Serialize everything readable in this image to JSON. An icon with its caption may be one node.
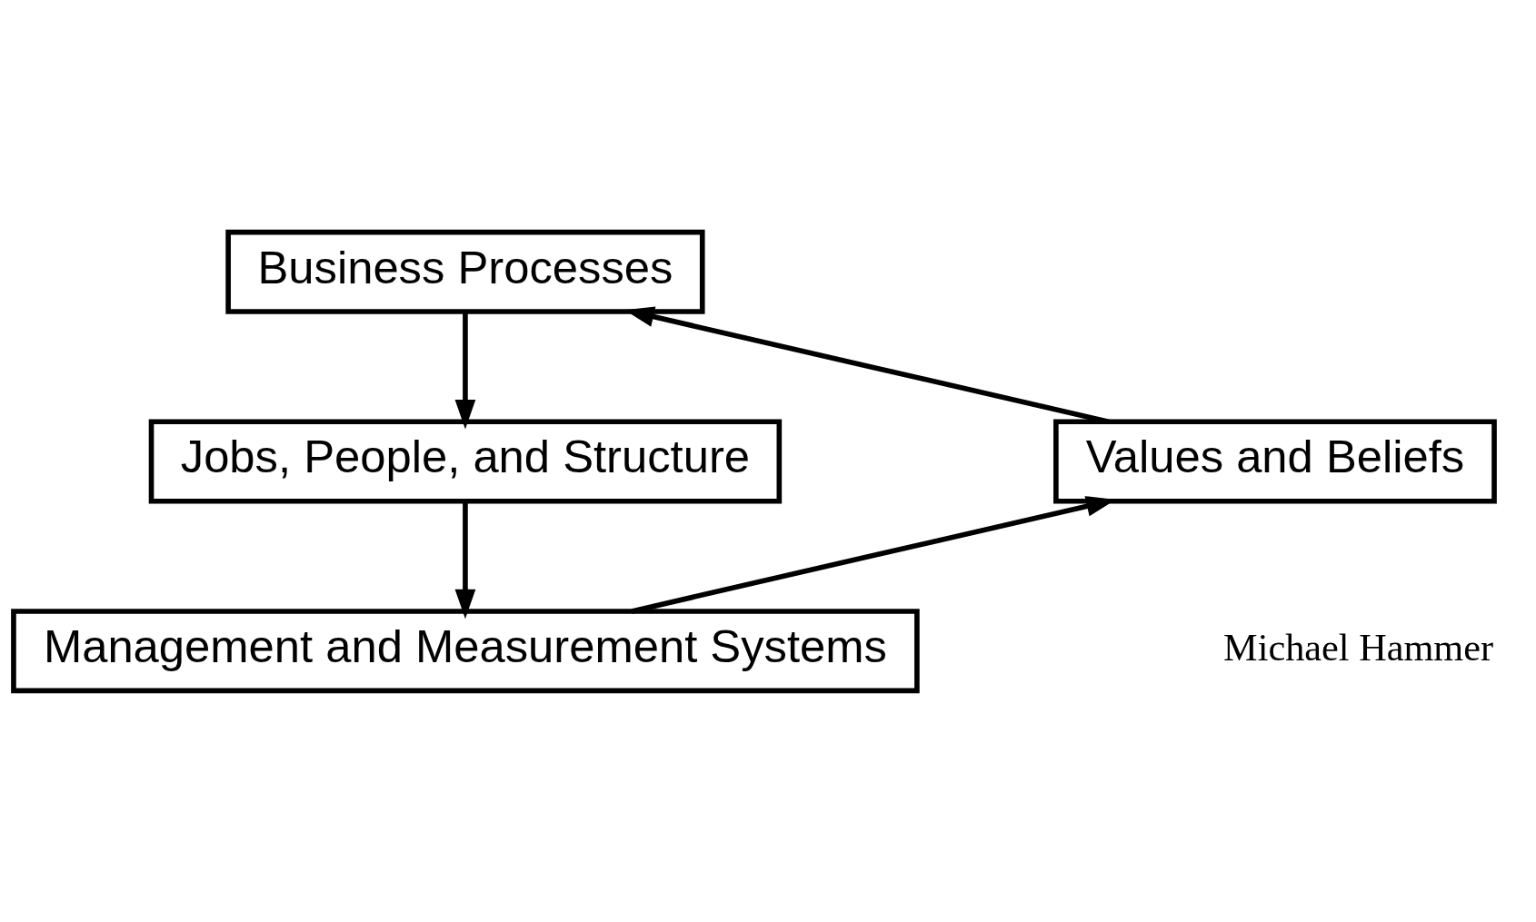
{
  "diagram": {
    "nodes": [
      {
        "text": [
          "Business Processes"
        ]
      },
      {
        "text": [
          "Jobs, People, and Structure"
        ]
      },
      {
        "text": [
          "Management and Measurement Systems"
        ]
      },
      {
        "text": [
          "Values and Beliefs"
        ]
      }
    ],
    "edges": [
      {
        "from": 0,
        "to": 1,
        "arrow": "to"
      },
      {
        "from": 1,
        "to": 2,
        "arrow": "to"
      },
      {
        "from": 2,
        "to": 3,
        "arrow": "to"
      },
      {
        "from": 3,
        "to": 0,
        "arrow": "to"
      }
    ],
    "labels": [
      "Michael Hammer"
    ]
  }
}
